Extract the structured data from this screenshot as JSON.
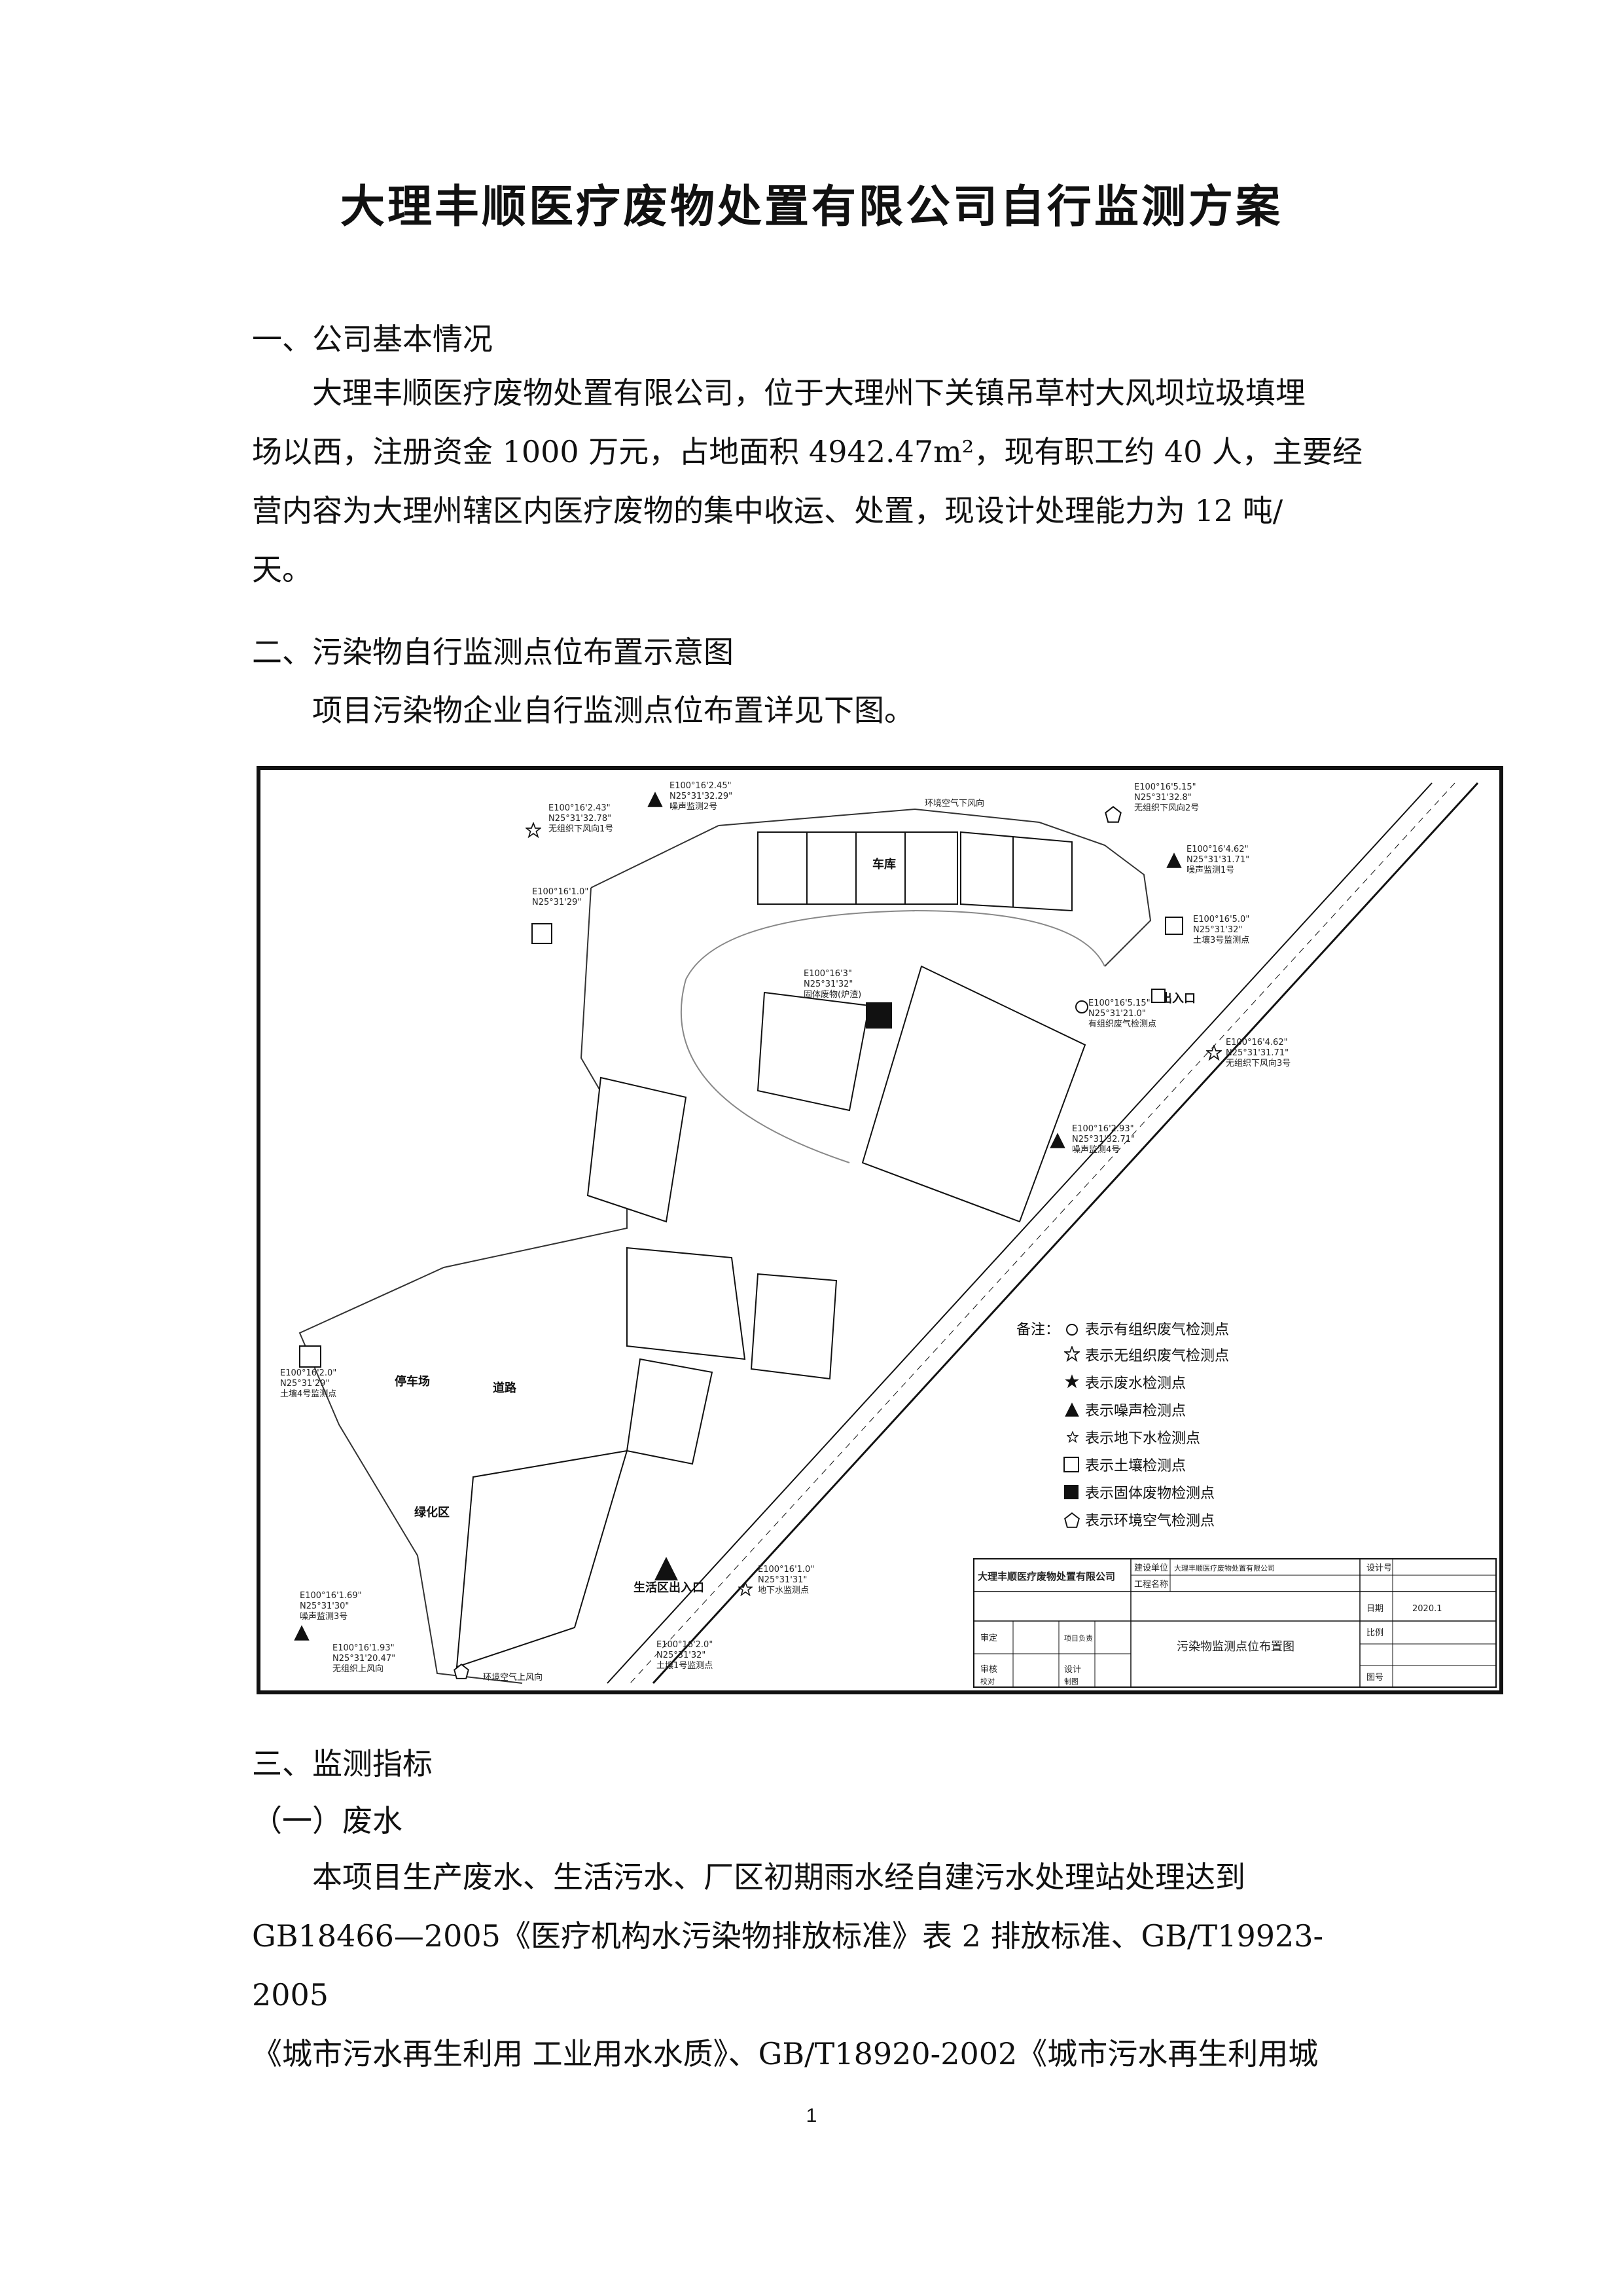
{
  "title": "大理丰顺医疗废物处置有限公司自行监测方案",
  "section1": {
    "heading": "一、公司基本情况",
    "line1": "大理丰顺医疗废物处置有限公司，位于大理州下关镇吊草村大风坝垃圾填埋",
    "line2": "场以西，注册资金 1000 万元，占地面积 4942.47m²，现有职工约 40 人，主要经",
    "line3": "营内容为大理州辖区内医疗废物的集中收运、处置，现设计处理能力为 12 吨/",
    "line4": "天。"
  },
  "section2": {
    "heading": "二、污染物自行监测点位布置示意图",
    "line1": "项目污染物企业自行监测点位布置详见下图。"
  },
  "map": {
    "labels": {
      "garage": "车库",
      "parking": "停车场",
      "road": "道路",
      "green": "绿化区",
      "exit": "出入口",
      "life_exit": "生活区出入口"
    },
    "points": [
      {
        "e": "E100°16'2.45\"",
        "n": "N25°31'32.29\"",
        "name": "噪声监测2号"
      },
      {
        "e": "E100°16'2.43\"",
        "n": "N25°31'32.78\"",
        "name": "无组织下风向1号"
      },
      {
        "e": "E100°16'5.15\"",
        "n": "N25°31'32.8\"",
        "name": "无组织下风向2号"
      },
      {
        "e": "E100°16'4.62\"",
        "n": "N25°31'31.71\"",
        "name": "噪声监测1号"
      },
      {
        "e": "E100°16'1.0\"",
        "n": "N25°31'29\"",
        "name": ""
      },
      {
        "e": "E100°16'5.0\"",
        "n": "N25°31'32\"",
        "name": "土壤3号监测点"
      },
      {
        "e": "E100°16'3\"",
        "n": "N25°31'32\"",
        "name": "固体废物(炉渣)"
      },
      {
        "e": "E100°16'5.15\"",
        "n": "N25°31'21.0\"",
        "name": "有组织废气检测点"
      },
      {
        "e": "E100°16'4.62\"",
        "n": "N25°31'31.71\"",
        "name": "无组织下风向3号"
      },
      {
        "e": "E100°16'2.93\"",
        "n": "N25°31'32.71\"",
        "name": "噪声监测4号"
      },
      {
        "e": "E100°16'2.0\"",
        "n": "N25°31'29\"",
        "name": "土壤4号监测点"
      },
      {
        "e": "E100°16'1.0\"",
        "n": "N25°31'31\"",
        "name": "地下水监测点"
      },
      {
        "e": "E100°16'1.69\"",
        "n": "N25°31'30\"",
        "name": "噪声监测3号"
      },
      {
        "e": "E100°16'1.93\"",
        "n": "N25°31'20.47\"",
        "name": "无组织上风向"
      },
      {
        "e": "E100°16'2.0\"",
        "n": "N25°31'32\"",
        "name": "土壤1号监测点"
      }
    ],
    "ambient_label": "环境空气上风向",
    "ambient_top": "环境空气下风向",
    "legend": {
      "title": "备注：",
      "items": [
        {
          "symbol": "circle",
          "text": "表示有组织废气检测点"
        },
        {
          "symbol": "star-outline",
          "text": "表示无组织废气检测点"
        },
        {
          "symbol": "star",
          "text": "表示废水检测点"
        },
        {
          "symbol": "triangle",
          "text": "表示噪声检测点"
        },
        {
          "symbol": "star-small",
          "text": "表示地下水检测点"
        },
        {
          "symbol": "square-outline",
          "text": "表示土壤检测点"
        },
        {
          "symbol": "square-filled",
          "text": "表示固体废物检测点"
        },
        {
          "symbol": "pentagon",
          "text": "表示环境空气检测点"
        }
      ]
    },
    "titleblock": {
      "company": "大理丰顺医疗废物处置有限公司",
      "unit_label": "建设单位",
      "unit_value": "大理丰顺医疗废物处置有限公司",
      "stage_label": "工程名称",
      "design_label": "设计号",
      "date_label": "日期",
      "date_value": "2020.1",
      "row1": "审定",
      "row2": "审核",
      "row3": "校对",
      "col2a": "项目负责",
      "col2b": "设计",
      "col2c": "制图",
      "drawing_title": "污染物监测点位布置图",
      "scale_label": "比例",
      "sheet_label": "图号"
    }
  },
  "section3": {
    "heading": "三、监测指标",
    "sub1": "（一）废水",
    "line1": "本项目生产废水、生活污水、厂区初期雨水经自建污水处理站处理达到",
    "line2": "GB18466—2005《医疗机构水污染物排放标准》表 2 排放标准、GB/T19923-2005",
    "line3": "《城市污水再生利用 工业用水水质》、GB/T18920-2002《城市污水再生利用城"
  },
  "page_number": "1"
}
